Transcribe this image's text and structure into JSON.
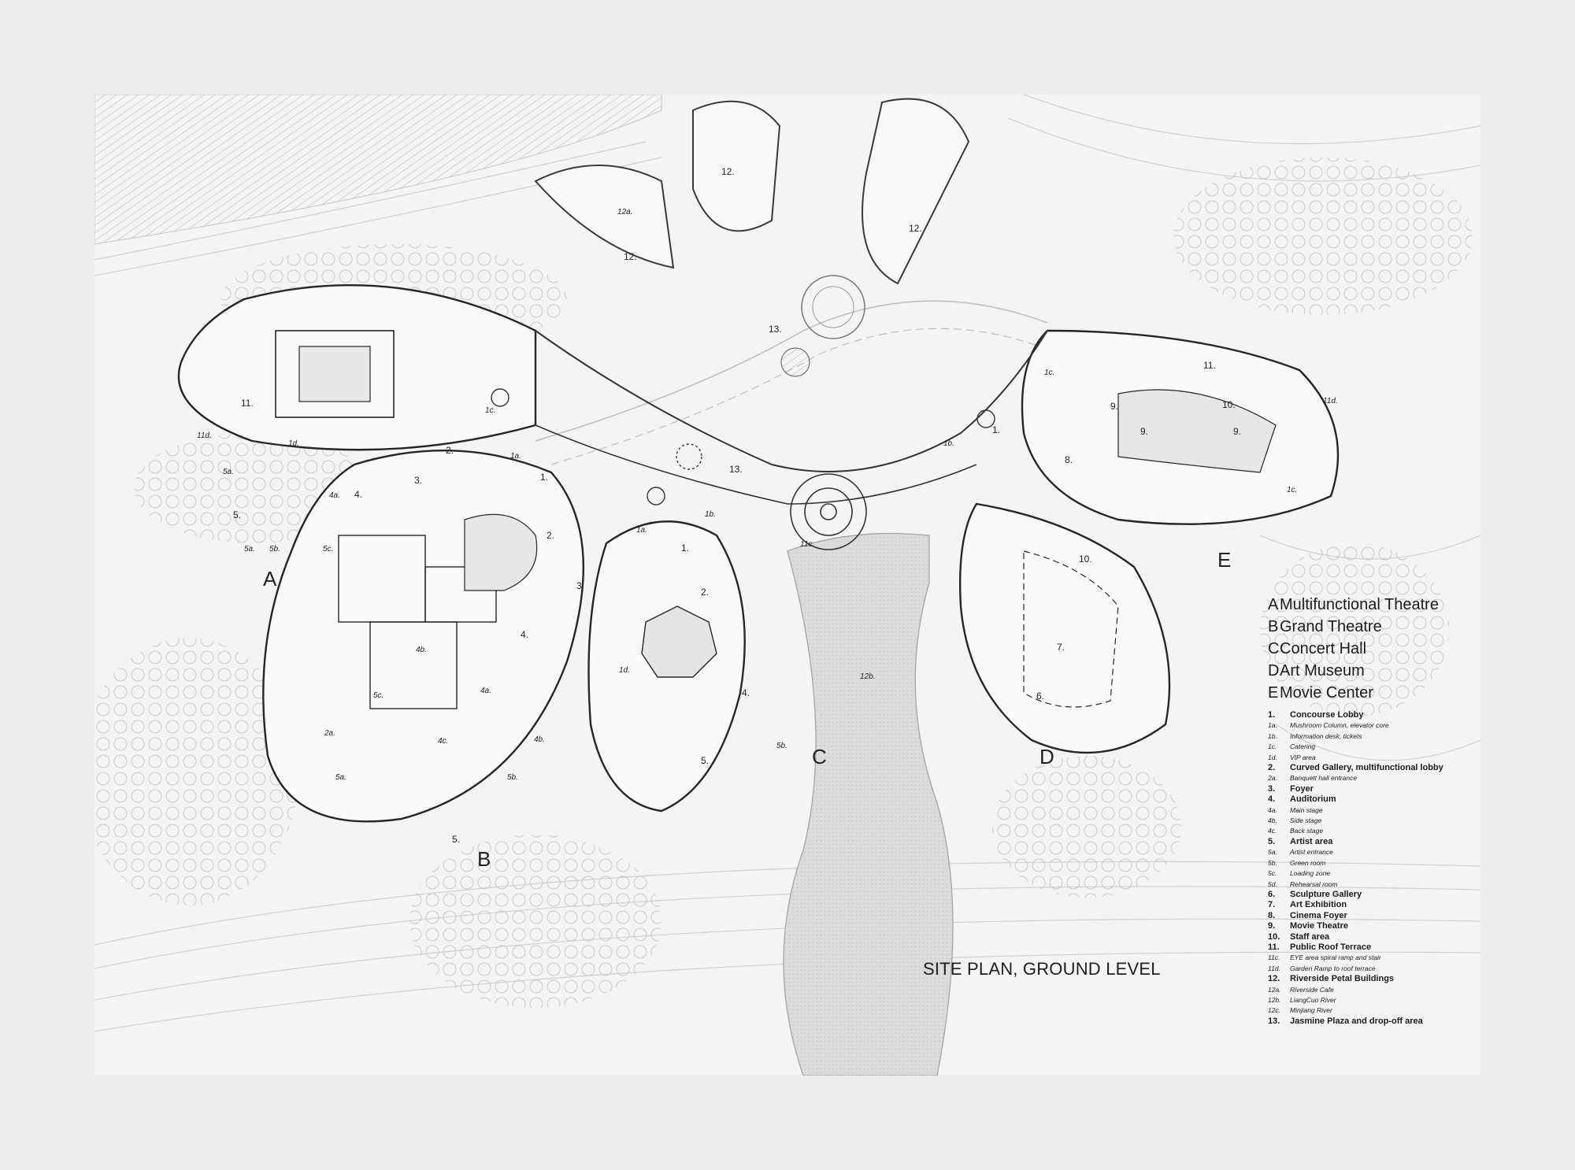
{
  "title": "SITE PLAN, GROUND LEVEL",
  "buildings": [
    {
      "letter": "A",
      "name": "Multifunctional Theatre"
    },
    {
      "letter": "B",
      "name": "Grand Theatre"
    },
    {
      "letter": "C",
      "name": "Concert Hall"
    },
    {
      "letter": "D",
      "name": "Art Museum"
    },
    {
      "letter": "E",
      "name": "Movie Center"
    }
  ],
  "legend_items": [
    {
      "key": "1.",
      "text": "Concourse Lobby",
      "level": "main"
    },
    {
      "key": "1a.",
      "text": "Mushroom Column, elevator core",
      "level": "sub"
    },
    {
      "key": "1b.",
      "text": "Information desk, tickets",
      "level": "sub"
    },
    {
      "key": "1c.",
      "text": "Catering",
      "level": "sub"
    },
    {
      "key": "1d.",
      "text": "VIP area",
      "level": "sub"
    },
    {
      "key": "2.",
      "text": "Curved Gallery, multifunctional lobby",
      "level": "main"
    },
    {
      "key": "2a.",
      "text": "Banquett hall entrance",
      "level": "sub"
    },
    {
      "key": "3.",
      "text": "Foyer",
      "level": "main"
    },
    {
      "key": "4.",
      "text": "Auditorium",
      "level": "main"
    },
    {
      "key": "4a.",
      "text": "Main stage",
      "level": "sub"
    },
    {
      "key": "4b.",
      "text": "Side stage",
      "level": "sub"
    },
    {
      "key": "4c.",
      "text": "Back stage",
      "level": "sub"
    },
    {
      "key": "5.",
      "text": "Artist area",
      "level": "main"
    },
    {
      "key": "5a.",
      "text": "Artist entrance",
      "level": "sub"
    },
    {
      "key": "5b.",
      "text": "Green room",
      "level": "sub"
    },
    {
      "key": "5c.",
      "text": "Loading zone",
      "level": "sub"
    },
    {
      "key": "5d.",
      "text": "Rehearsal room",
      "level": "sub"
    },
    {
      "key": "6.",
      "text": "Sculpture Gallery",
      "level": "main"
    },
    {
      "key": "7.",
      "text": "Art Exhibition",
      "level": "main"
    },
    {
      "key": "8.",
      "text": "Cinema Foyer",
      "level": "main"
    },
    {
      "key": "9.",
      "text": "Movie Theatre",
      "level": "main"
    },
    {
      "key": "10.",
      "text": "Staff area",
      "level": "main"
    },
    {
      "key": "11.",
      "text": "Public Roof Terrace",
      "level": "main"
    },
    {
      "key": "11c.",
      "text": "EYE area spiral ramp and stair",
      "level": "sub"
    },
    {
      "key": "11d.",
      "text": "Garden Ramp to roof terrace",
      "level": "sub"
    },
    {
      "key": "12.",
      "text": "Riverside Petal Buildings",
      "level": "main"
    },
    {
      "key": "12a.",
      "text": "Riverside Cafe",
      "level": "sub"
    },
    {
      "key": "12b.",
      "text": "LiangCuo River",
      "level": "sub"
    },
    {
      "key": "12c.",
      "text": "Minjiang River",
      "level": "sub"
    },
    {
      "key": "13.",
      "text": "Jasmine Plaza and drop-off area",
      "level": "main"
    }
  ],
  "plan_labels": {
    "A": "A",
    "B": "B",
    "C": "C",
    "D": "D",
    "E": "E",
    "n1": "1.",
    "n1a": "1a.",
    "n1b": "1b.",
    "n1c": "1c.",
    "n1d": "1d.",
    "n2": "2.",
    "n2a": "2a.",
    "n3": "3.",
    "n4": "4.",
    "n4a": "4a.",
    "n4b": "4b.",
    "n4c": "4c.",
    "n5": "5.",
    "n5a": "5a.",
    "n5b": "5b.",
    "n5c": "5c.",
    "n6": "6.",
    "n7": "7.",
    "n8": "8.",
    "n9": "9.",
    "n10": "10.",
    "n11": "11.",
    "n11c": "11c.",
    "n11d": "11d.",
    "n12": "12.",
    "n12a": "12a.",
    "n12b": "12b.",
    "n13": "13."
  },
  "colors": {
    "paper": "#ededed",
    "plan_bg": "#f4f4f4",
    "line_dark": "#2a2a2a",
    "line_light": "#b9b9b9",
    "river": "#d6d6d6",
    "tree": "#cfcfcf"
  }
}
